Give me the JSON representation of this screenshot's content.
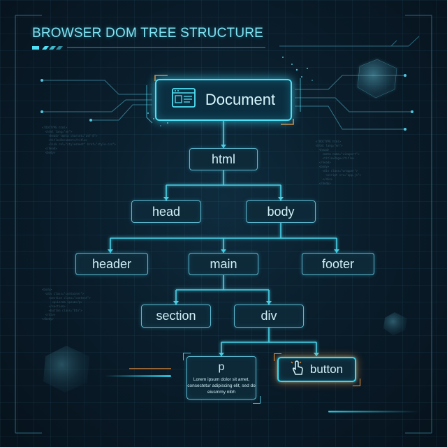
{
  "title": "BROWSER DOM TREE STRUCTURE",
  "colors": {
    "accent": "#4fe0f5",
    "connector": "#48d0e6",
    "node_border": "#5fb8cf",
    "highlight": "#ff9a3c",
    "background": "#0a1d2b"
  },
  "nodes": {
    "document": {
      "label": "Document",
      "icon": "browser-window-icon"
    },
    "html": {
      "label": "html"
    },
    "head": {
      "label": "head"
    },
    "body": {
      "label": "body"
    },
    "header": {
      "label": "header"
    },
    "main": {
      "label": "main"
    },
    "footer": {
      "label": "footer"
    },
    "section": {
      "label": "section"
    },
    "div": {
      "label": "div"
    },
    "p": {
      "label": "p",
      "text": "Lorem ipsum dolor sit amet, consectetur adipiscing elit, sed do eiusmmy nibh"
    },
    "button": {
      "label": "button",
      "icon": "pointer-hand-icon"
    }
  },
  "edges": [
    [
      "document",
      "html"
    ],
    [
      "html",
      "head"
    ],
    [
      "html",
      "body"
    ],
    [
      "body",
      "header"
    ],
    [
      "body",
      "main"
    ],
    [
      "body",
      "footer"
    ],
    [
      "main",
      "section"
    ],
    [
      "main",
      "div"
    ],
    [
      "div",
      "p"
    ],
    [
      "div",
      "button"
    ]
  ]
}
